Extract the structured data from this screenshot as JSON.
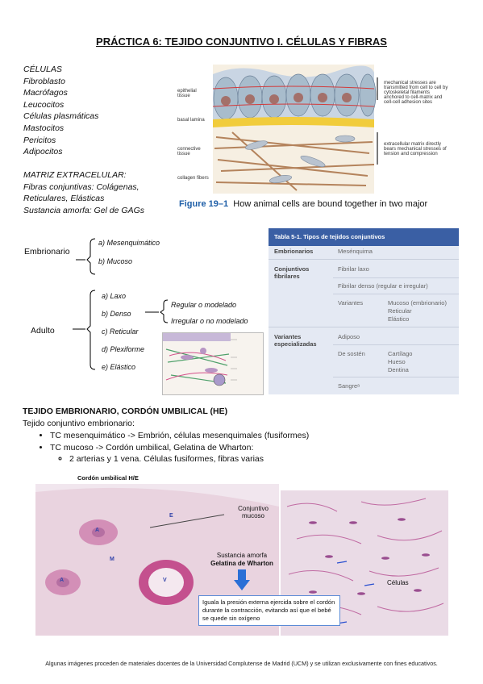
{
  "title": "PRÁCTICA 6: TEJIDO CONJUNTIVO I. CÉLULAS Y FIBRAS",
  "cells": {
    "heading": "CÉLULAS",
    "items": [
      "Fibroblasto",
      "Macrófagos",
      "Leucocitos",
      "Células plasmáticas",
      "Mastocitos",
      "Pericitos",
      "Adipocitos"
    ]
  },
  "matrix": {
    "heading": "MATRIZ EXTRACELULAR:",
    "lines": [
      "Fibras conjuntivas: Colágenas,",
      "Reticulares, Elásticas",
      "Sustancia amorfa: Gel de GAGs"
    ]
  },
  "fig19": {
    "left_labels": [
      "epithelial tissue",
      "basal lamina",
      "connective tissue",
      "collagen fibers"
    ],
    "right_labels": [
      "mechanical stresses are transmitted from cell to cell by cytoskeletal filaments anchored to cell-matrix and cell-cell adhesion sites",
      "extracellular matrix directly bears mechanical stresses of tension and compression"
    ],
    "caption_bold": "Figure 19–1",
    "caption_text": "How animal cells are bound together in two major"
  },
  "classification": {
    "embryonic_label": "Embrionario",
    "embryonic": [
      "a)  Mesenquimático",
      "b)  Mucoso"
    ],
    "adult_label": "Adulto",
    "adult": [
      "a)  Laxo",
      "b)  Denso",
      "c)  Reticular",
      "d)  Plexiforme",
      "e)  Elástico"
    ],
    "dense_sub": [
      "Regular  o modelado",
      "Irregular o no modelado"
    ]
  },
  "table5": {
    "title": "Tabla 5-1. Tipos de tejidos conjuntivos",
    "rows": [
      {
        "label": "Embrionarios",
        "cells": [
          "Mesénquima"
        ]
      },
      {
        "label": "Conjuntivos fibrilares",
        "cells": [
          "Fibrilar laxo",
          "Fibrilar denso (regular e irregular)"
        ]
      },
      {
        "label": "",
        "sub": "Variantes",
        "cells": [
          "Mucoso (embrionario)",
          "Reticular",
          "Elástico"
        ]
      },
      {
        "label": "Variantes especializadas",
        "cells": [
          "Adiposo"
        ]
      },
      {
        "label": "",
        "sub": "De sostén",
        "cells": [
          "Cartílago",
          "Hueso",
          "Dentina"
        ]
      },
      {
        "label": "",
        "cells": [
          "Sangreᵃ"
        ]
      }
    ]
  },
  "section2": {
    "heading": "TEJIDO EMBRIONARIO, CORDÓN UMBILICAL (HE)",
    "intro": "Tejido conjuntivo embrionario:",
    "bullets": [
      "TC mesenquimático -> Embrión, células mesenquimales (fusiformes)",
      "TC mucoso -> Cordón umbilical, Gelatina de Wharton:"
    ],
    "sub_bullet": "2 arterias y 1 vena. Células fusiformes, fibras varias"
  },
  "micro": {
    "title": "Cordón umbilical H/E",
    "marks": [
      "A",
      "A",
      "V",
      "M",
      "E"
    ],
    "label_conj": "Conjuntivo\nmucoso",
    "label_amorfa": "Sustancia amorfa",
    "label_wharton": "Gelatina de Wharton",
    "note": "Iguala la presión externa ejercida sobre el cordón durante la contracción, evitando así que el bebé se quede sin oxígeno",
    "label_cells": "Células"
  },
  "footer": "Algunas imágenes proceden de materiales docentes de la Universidad Complutense de Madrid (UCM) y se utilizan exclusivamente con fines educativos.",
  "colors": {
    "table_header": "#3a5fa4",
    "table_body": "#e4e9f3",
    "wharton_arrow": "#2a6fd6"
  }
}
